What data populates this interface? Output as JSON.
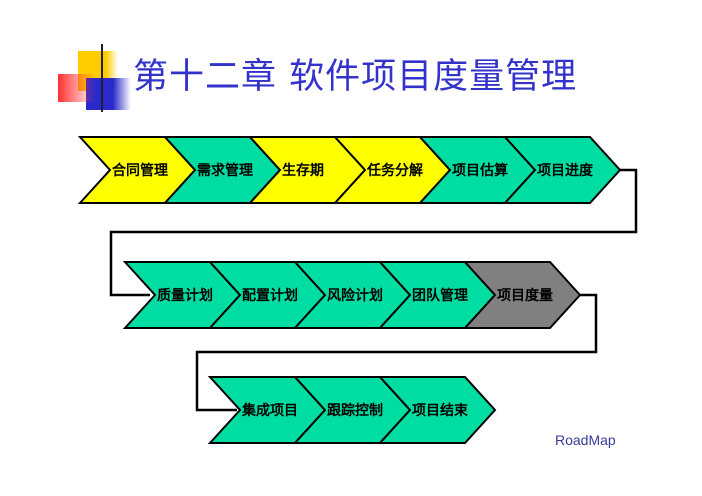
{
  "title": "第十二章  软件项目度量管理",
  "footer": "RoadMap",
  "colors": {
    "yellow": "#ffff00",
    "green": "#00dda2",
    "gray": "#808080",
    "title": "#3333cc"
  },
  "rows": [
    [
      {
        "label": "合同管理",
        "color": "yellow"
      },
      {
        "label": "需求管理",
        "color": "green"
      },
      {
        "label": "生存期",
        "color": "yellow"
      },
      {
        "label": "任务分解",
        "color": "yellow"
      },
      {
        "label": "项目估算",
        "color": "green"
      },
      {
        "label": "项目进度",
        "color": "green"
      }
    ],
    [
      {
        "label": "质量计划",
        "color": "green"
      },
      {
        "label": "配置计划",
        "color": "green"
      },
      {
        "label": "风险计划",
        "color": "green"
      },
      {
        "label": "团队管理",
        "color": "green"
      },
      {
        "label": "项目度量",
        "color": "gray"
      }
    ],
    [
      {
        "label": "集成项目",
        "color": "green"
      },
      {
        "label": "跟踪控制",
        "color": "green"
      },
      {
        "label": "项目结束",
        "color": "green"
      }
    ]
  ]
}
